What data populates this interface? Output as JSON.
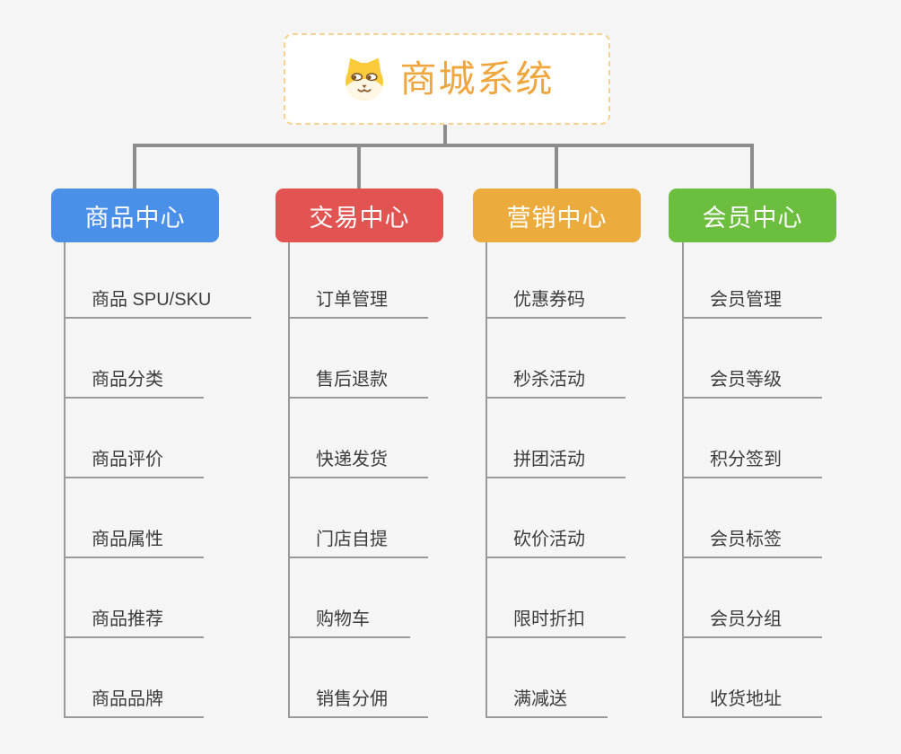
{
  "canvas": {
    "background": "#F5F5F6"
  },
  "colors": {
    "connector_line": "#8D8D8D",
    "underline": "#9A9A9A",
    "item_text": "#3C3C3C",
    "root_title": "#EFA63D",
    "root_border": "#F8D292"
  },
  "root": {
    "title": "商城系统",
    "icon": "dog-face-icon"
  },
  "branches": [
    {
      "label": "商品中心",
      "color": "#4B90E8",
      "children": [
        "商品 SPU/SKU",
        "商品分类",
        "商品评价",
        "商品属性",
        "商品推荐",
        "商品品牌"
      ]
    },
    {
      "label": "交易中心",
      "color": "#E25452",
      "children": [
        "订单管理",
        "售后退款",
        "快递发货",
        "门店自提",
        "购物车",
        "销售分佣"
      ]
    },
    {
      "label": "营销中心",
      "color": "#ECAC3D",
      "children": [
        "优惠券码",
        "秒杀活动",
        "拼团活动",
        "砍价活动",
        "限时折扣",
        "满减送"
      ]
    },
    {
      "label": "会员中心",
      "color": "#6CBE3E",
      "children": [
        "会员管理",
        "会员等级",
        "积分签到",
        "会员标签",
        "会员分组",
        "收货地址"
      ]
    }
  ]
}
